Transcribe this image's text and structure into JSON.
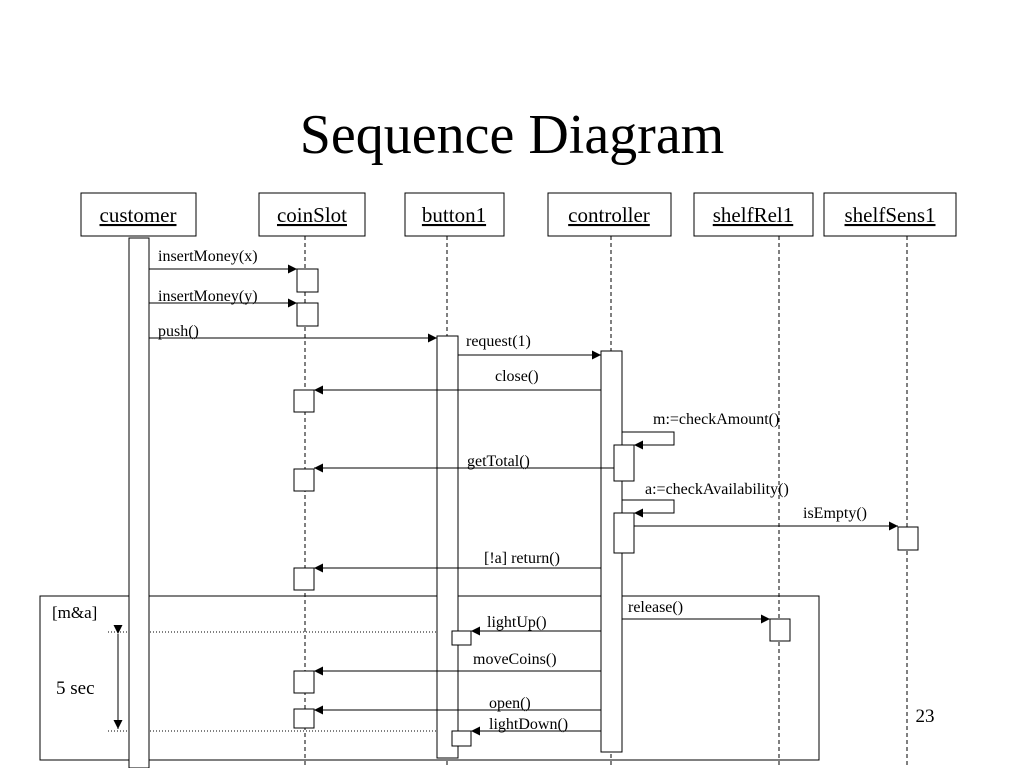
{
  "title": "Sequence Diagram",
  "page_number": "23",
  "participants": [
    "customer",
    "coinSlot",
    "button1",
    "controller",
    "shelfRel1",
    "shelfSens1"
  ],
  "messages": {
    "insert_money_x": "insertMoney(x)",
    "insert_money_y": "insertMoney(y)",
    "push": "push()",
    "request": "request(1)",
    "close": "close()",
    "check_amount": "m:=checkAmount()",
    "get_total": "getTotal()",
    "check_availability": "a:=checkAvailability()",
    "is_empty": "isEmpty()",
    "return": "[!a] return()",
    "release": "release()",
    "light_up": "lightUp()",
    "move_coins": "moveCoins()",
    "open": "open()",
    "light_down": "lightDown()"
  },
  "fragment": {
    "guard": "[m&a]"
  },
  "timing": {
    "label": "5 sec"
  }
}
